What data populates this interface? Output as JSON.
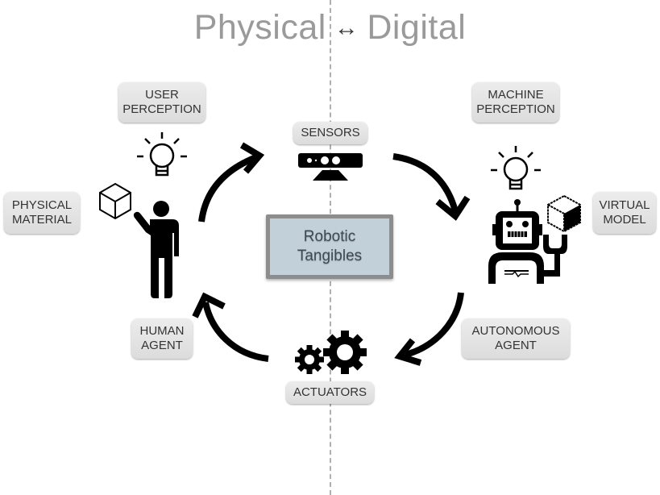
{
  "title": {
    "left": "Physical",
    "arrow": "↔",
    "right": "Digital"
  },
  "center": {
    "text": "Robotic\nTangibles"
  },
  "labels": {
    "user_perception": "USER\nPERCEPTION",
    "physical_material": "PHYSICAL\nMATERIAL",
    "human_agent": "HUMAN\nAGENT",
    "sensors": "SENSORS",
    "actuators": "ACTUATORS",
    "machine_perception": "MACHINE\nPERCEPTION",
    "virtual_model": "VIRTUAL\nMODEL",
    "autonomous_agent": "AUTONOMOUS\nAGENT"
  },
  "icons": {
    "human": "person-icon",
    "robot": "robot-icon",
    "user_bulb": "lightbulb-icon",
    "machine_bulb": "lightbulb-icon",
    "physical_cube": "cube-icon",
    "virtual_cube": "pixel-cube-icon",
    "sensor": "depth-sensor-icon",
    "gears": "gears-icon"
  },
  "flow": [
    "Human Agent",
    "Sensors",
    "Autonomous Agent",
    "Actuators"
  ],
  "colors": {
    "title": "#9a9a9a",
    "label_bg": "#e3e3e3",
    "center_fill": "#c2d0da",
    "center_border": "#8d8d8d",
    "divider": "#b0b0b0",
    "ink": "#000000"
  }
}
